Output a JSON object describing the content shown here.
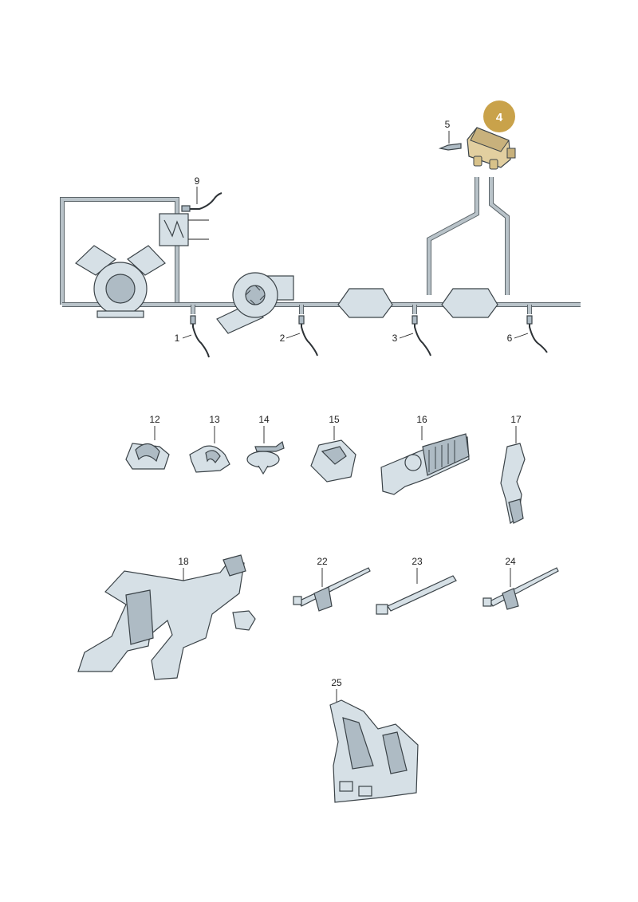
{
  "diagram": {
    "highlight": {
      "label": "4",
      "color": "#c9a24a"
    },
    "sensor_parts": [
      {
        "id": "p1",
        "label": "1"
      },
      {
        "id": "p2",
        "label": "2"
      },
      {
        "id": "p3",
        "label": "3"
      },
      {
        "id": "p5",
        "label": "5"
      },
      {
        "id": "p6",
        "label": "6"
      },
      {
        "id": "p9",
        "label": "9"
      }
    ],
    "hardware_parts": [
      {
        "id": "p12",
        "label": "12"
      },
      {
        "id": "p13",
        "label": "13"
      },
      {
        "id": "p14",
        "label": "14"
      },
      {
        "id": "p15",
        "label": "15"
      },
      {
        "id": "p16",
        "label": "16"
      },
      {
        "id": "p17",
        "label": "17"
      },
      {
        "id": "p18",
        "label": "18"
      },
      {
        "id": "p22",
        "label": "22"
      },
      {
        "id": "p23",
        "label": "23"
      },
      {
        "id": "p24",
        "label": "24"
      },
      {
        "id": "p25",
        "label": "25"
      }
    ],
    "colors": {
      "part_fill": "#d6e0e6",
      "outline": "#3b4348",
      "highlight": "#c9a24a"
    }
  }
}
